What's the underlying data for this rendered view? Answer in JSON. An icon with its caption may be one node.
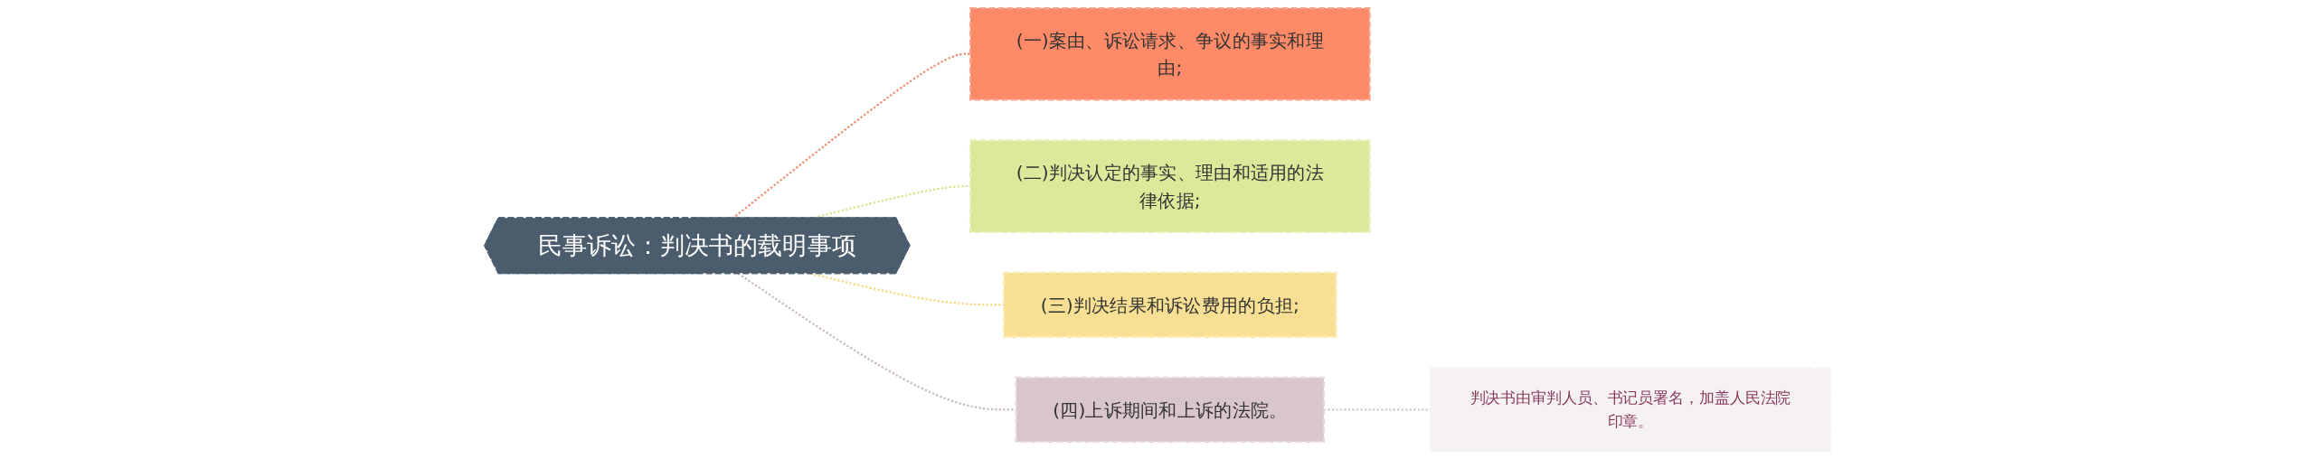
{
  "diagram": {
    "nodes": [
      {
        "text": [
          "民事诉讼：判决书的载明事项"
        ]
      },
      {
        "text": [
          "(一)案由、诉讼请求、争议的事实和理由;"
        ]
      },
      {
        "text": [
          "(二)判决认定的事实、理由和适用的法律依据;"
        ]
      },
      {
        "text": [
          "(三)判决结果和诉讼费用的负担;"
        ]
      },
      {
        "text": [
          "(四)上诉期间和上诉的法院。"
        ]
      },
      {
        "text": [
          "判决书由审判人员、书记员署名，加盖人民法院印章。"
        ]
      }
    ],
    "edges": [
      {
        "from": 0,
        "to": 1,
        "arrow": "none",
        "style": "dashed",
        "color": "#f08c6c"
      },
      {
        "from": 0,
        "to": 2,
        "arrow": "none",
        "style": "dashed",
        "color": "#d6e58d"
      },
      {
        "from": 0,
        "to": 3,
        "arrow": "none",
        "style": "dashed",
        "color": "#f5d77e"
      },
      {
        "from": 0,
        "to": 4,
        "arrow": "none",
        "style": "dashed",
        "color": "#c9b8be"
      },
      {
        "from": 4,
        "to": 5,
        "arrow": "none",
        "style": "dashed",
        "color": "#cccccc"
      }
    ]
  }
}
